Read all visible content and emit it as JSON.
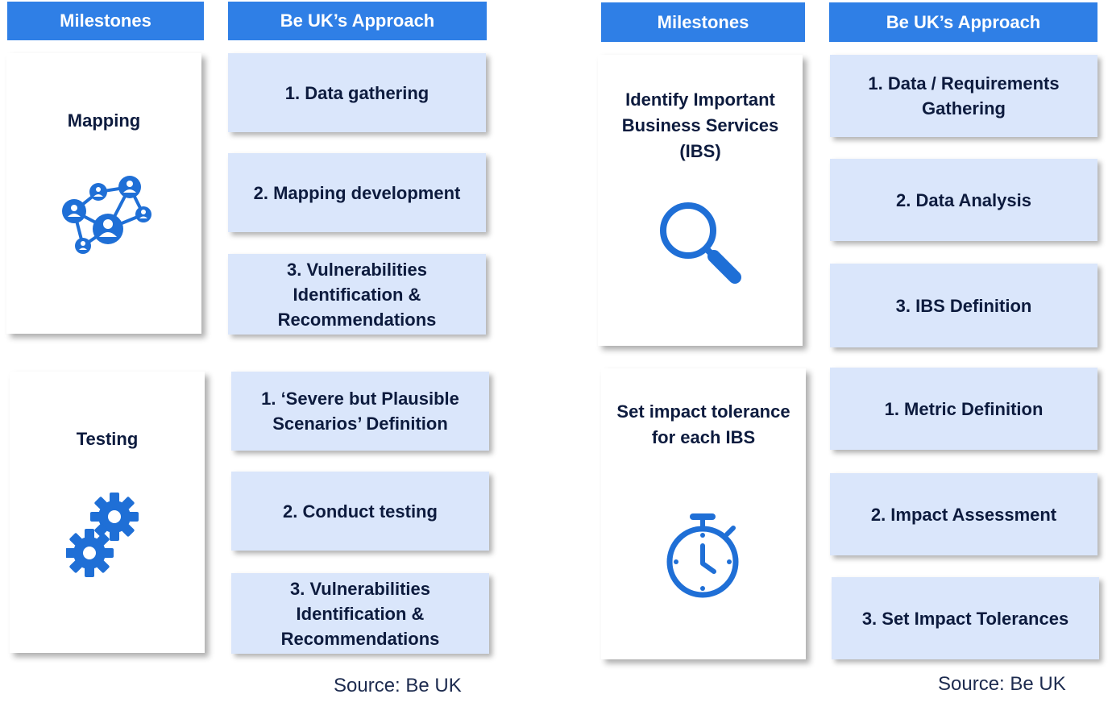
{
  "left": {
    "header_milestones": "Milestones",
    "header_approach": "Be UK’s Approach",
    "milestones": [
      {
        "label": "Mapping",
        "icon": "network-people-icon"
      },
      {
        "label": "Testing",
        "icon": "gears-icon"
      }
    ],
    "mapping_steps": [
      "1. Data gathering",
      "2. Mapping development",
      "3. Vulnerabilities Identification & Recommendations"
    ],
    "testing_steps": [
      "1. ‘Severe but Plausible Scenarios’ Definition",
      "2. Conduct testing",
      "3. Vulnerabilities Identification & Recommendations"
    ],
    "source": "Source: Be UK"
  },
  "right": {
    "header_milestones": "Milestones",
    "header_approach": "Be UK’s Approach",
    "milestones": [
      {
        "label": "Identify Important Business Services (IBS)",
        "icon": "magnifier-icon"
      },
      {
        "label": "Set impact tolerance for each IBS",
        "icon": "stopwatch-icon"
      }
    ],
    "ibs_steps": [
      "1. Data / Requirements Gathering",
      "2. Data Analysis",
      "3. IBS Definition"
    ],
    "tolerance_steps": [
      "1. Metric Definition",
      "2. Impact Assessment",
      "3. Set Impact Tolerances"
    ],
    "source": "Source: Be UK"
  },
  "colors": {
    "header_blue": "#2f7fe6",
    "step_fill": "#dae6fb",
    "icon_blue": "#1f6fd6",
    "text_dark": "#0d1b3e"
  }
}
